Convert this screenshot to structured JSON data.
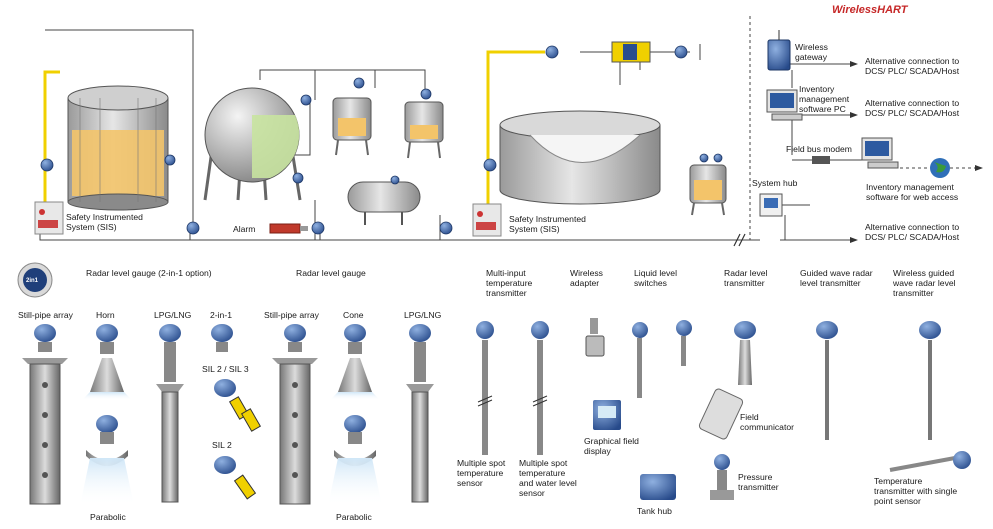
{
  "brand": "WirelessHART",
  "top": {
    "wireless_gateway": "Wireless\ngateway",
    "inventory_pc": "Inventory\nmanagement\nsoftware PC",
    "field_bus_modem": "Field bus modem",
    "system_hub": "System hub",
    "alt_connection_1": "Alternative connection to\nDCS/ PLC/ SCADA/Host",
    "alt_connection_2": "Alternative connection to\nDCS/ PLC/ SCADA/Host",
    "alt_connection_3": "Alternative connection to\nDCS/ PLC/ SCADA/Host",
    "inventory_web": "Inventory management\nsoftware for web access",
    "sis_left": "Safety Instrumented\nSystem (SIS)",
    "sis_right": "Safety Instrumented\nSystem (SIS)",
    "alarm": "Alarm"
  },
  "bottom": {
    "radar_2in1": "Radar level gauge (2-in-1 option)",
    "radar_gauge": "Radar level gauge",
    "still_pipe_1": "Still-pipe array",
    "horn": "Horn",
    "lpg_lng_1": "LPG/LNG",
    "two_in_one": "2-in-1",
    "sil23": "SIL 2 / SIL 3",
    "sil2": "SIL 2",
    "parabolic_1": "Parabolic",
    "still_pipe_2": "Still-pipe array",
    "cone": "Cone",
    "lpg_lng_2": "LPG/LNG",
    "parabolic_2": "Parabolic",
    "multi_input": "Multi-input\ntemperature\ntransmitter",
    "wireless_adapter": "Wireless\nadapter",
    "liquid_level": "Liquid level\nswitches",
    "radar_transmitter": "Radar level\ntransmitter",
    "guided_wave": "Guided wave radar\nlevel transmitter",
    "wireless_guided": "Wireless guided\nwave radar level\ntransmitter",
    "multi_spot": "Multiple spot\ntemperature\nsensor",
    "multi_spot_water": "Multiple spot\ntemperature\nand water level\nsensor",
    "graphical_display": "Graphical field\ndisplay",
    "field_communicator": "Field\ncommunicator",
    "tank_hub": "Tank hub",
    "pressure_tx": "Pressure\ntransmitter",
    "temp_single": "Temperature\ntransmitter with single\npoint sensor",
    "badge_text": "2in1"
  }
}
